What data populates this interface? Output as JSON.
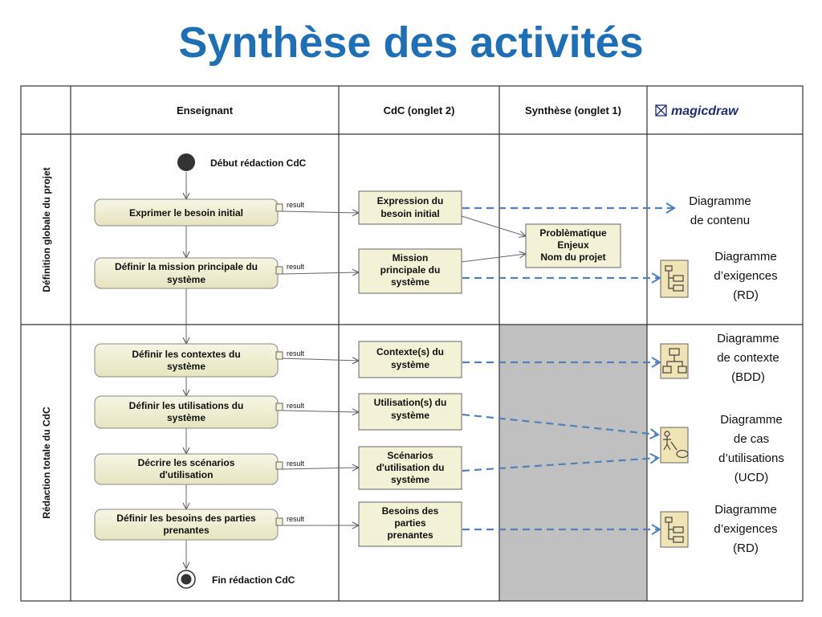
{
  "title": "Synthèse des activités",
  "columns": {
    "enseignant": "Enseignant",
    "cdc": "CdC (onglet 2)",
    "synthese": "Synthèse (onglet 1)",
    "logo": "magicdraw"
  },
  "lanes": {
    "lane1": "Définition globale du projet",
    "lane2": "Rédaction totale du CdC"
  },
  "start_label": "Début rédaction CdC",
  "end_label": "Fin rédaction CdC",
  "result_label": "result",
  "activities": [
    [
      "Exprimer le besoin initial"
    ],
    [
      "Définir la mission principale du",
      "système"
    ],
    [
      "Définir les contextes du",
      "système"
    ],
    [
      "Définir les utilisations du",
      "système"
    ],
    [
      "Décrire les scénarios",
      "d'utilisation"
    ],
    [
      "Définir les besoins des parties",
      "prenantes"
    ]
  ],
  "objects": [
    [
      "Expression du",
      "besoin initial"
    ],
    [
      "Mission",
      "principale du",
      "système"
    ],
    [
      "Contexte(s) du",
      "système"
    ],
    [
      "Utilisation(s) du",
      "système"
    ],
    [
      "Scénarios",
      "d'utilisation du",
      "système"
    ],
    [
      "Besoins des",
      "parties",
      "prenantes"
    ]
  ],
  "synthesis_box": [
    "Problèmatique",
    "Enjeux",
    "Nom du projet"
  ],
  "diagrams": [
    [
      "Diagramme",
      "de contenu"
    ],
    [
      "Diagramme",
      "d’exigences",
      "(RD)"
    ],
    [
      "Diagramme",
      "de contexte",
      "(BDD)"
    ],
    [
      "Diagramme",
      "de cas",
      "d’utilisations",
      "(UCD)"
    ],
    [
      "Diagramme",
      "d’exigences",
      "(RD)"
    ]
  ],
  "icons": [
    "requirements-icon",
    "block-definition-icon",
    "use-case-icon",
    "requirements-icon"
  ],
  "colors": {
    "title": "#1f6fb5",
    "activity_fill": "#f0efd2",
    "object_fill": "#f3f2d6",
    "dashed_arrow": "#4f81bd",
    "shaded_lane": "#c0c0c0",
    "logo": "#1e2e73"
  }
}
